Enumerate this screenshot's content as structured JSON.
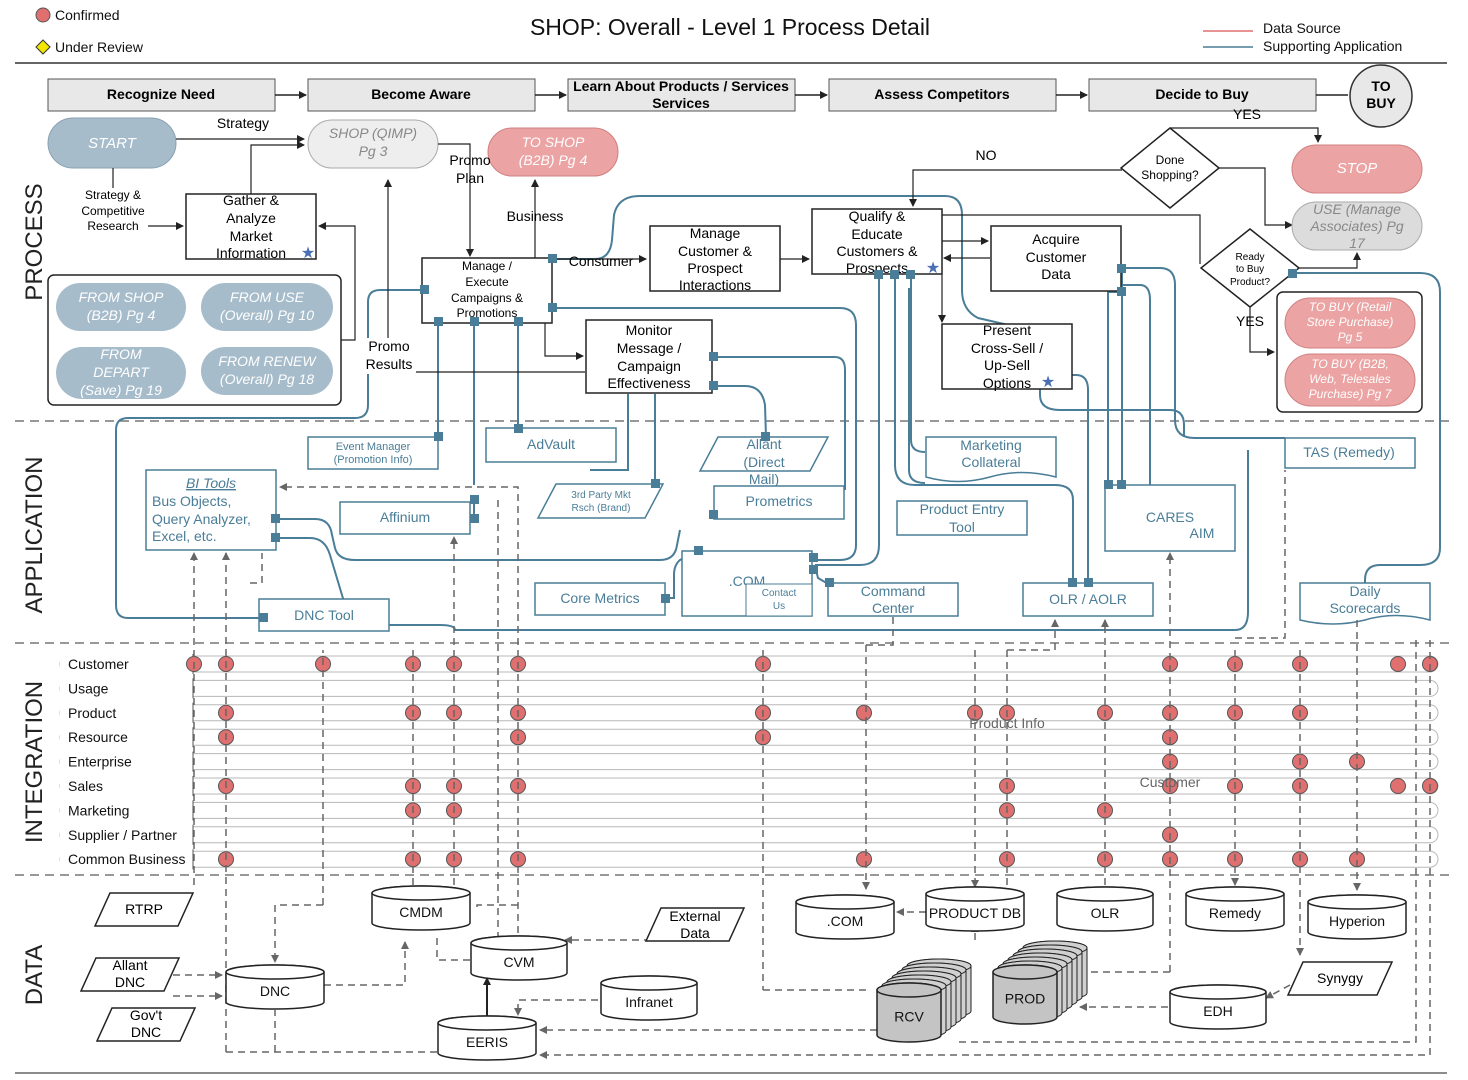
{
  "title": "SHOP: Overall - Level 1 Process Detail",
  "legend": {
    "confirmed": "Confirmed",
    "under_review": "Under Review",
    "data_source": "Data Source",
    "supporting_application": "Supporting Application",
    "colors": {
      "confirmed": "#e07070",
      "under_review": "#f2e600",
      "data_source": "#e07070",
      "supporting_application": "#4a7d97"
    }
  },
  "lanes": [
    "PROCESS",
    "APPLICATION",
    "INTEGRATION",
    "DATA"
  ],
  "stages": [
    "Recognize Need",
    "Become Aware",
    "Learn About Products / Services",
    "Assess Competitors",
    "Decide to Buy"
  ],
  "to_buy": "TO BUY",
  "process": {
    "start": "START",
    "shop_qimp": "SHOP (QIMP) Pg 3",
    "to_shop_b2b": "TO SHOP (B2B) Pg 4",
    "stop": "STOP",
    "use_manage": "USE (Manage Associates) Pg 17",
    "from_shop_b2b": "FROM SHOP (B2B) Pg 4",
    "from_use": "FROM USE (Overall) Pg 10",
    "from_depart": "FROM DEPART (Save) Pg 19",
    "from_renew": "FROM RENEW (Overall) Pg 18",
    "gather": "Gather & Analyze Market Information",
    "manage_execute": "Manage / Execute Campaigns & Promotions",
    "manage_customer": "Manage Customer & Prospect Interactions",
    "qualify": "Qualify & Educate Customers & Prospects",
    "acquire": "Acquire Customer Data",
    "present": "Present Cross-Sell / Up-Sell Options",
    "monitor": "Monitor Message / Campaign Effectiveness",
    "done_shopping": "Done Shopping?",
    "ready_to_buy": "Ready to Buy Product?",
    "to_buy_retail": "TO BUY (Retail Store Purchase) Pg 5",
    "to_buy_b2b": "TO BUY (B2B, Web, Telesales Purchase) Pg 7",
    "labels": {
      "strategy": "Strategy",
      "strategy_research": "Strategy & Competitive Research",
      "promo_plan": "Promo Plan",
      "business": "Business",
      "consumer": "Consumer",
      "promo_results": "Promo Results",
      "no": "NO",
      "yes_top": "YES",
      "yes_bottom": "YES"
    }
  },
  "applications": {
    "event_manager": "Event Manager (Promotion Info)",
    "advault": "AdVault",
    "allant": "Allant (Direct Mail)",
    "marketing_collateral": "Marketing Collateral",
    "tas": "TAS (Remedy)",
    "bi_tools_title": "BI Tools",
    "bi_tools_body": "Bus Objects, Query Analyzer, Excel, etc.",
    "affinium": "Affinium",
    "third_party": "3rd Party Mkt Rsch (Brand)",
    "prometrics": "Prometrics",
    "product_entry": "Product Entry Tool",
    "cares": "CARES",
    "aim": "AIM",
    "dnc_tool": "DNC Tool",
    "core_metrics": "Core Metrics",
    "com": ".COM",
    "contact_us": "Contact Us",
    "command_center": "Command Center",
    "olr_aolr": "OLR / AOLR",
    "daily_scorecards": "Daily Scorecards"
  },
  "integration_rows": [
    "Customer",
    "Usage",
    "Product",
    "Resource",
    "Enterprise",
    "Sales",
    "Marketing",
    "Supplier / Partner",
    "Common Business"
  ],
  "integration_labels": {
    "product_info": "Product Info",
    "customer": "Customer"
  },
  "data_stores": {
    "rtrp": "RTRP",
    "allant_dnc": "Allant DNC",
    "govt_dnc": "Gov't DNC",
    "dnc": "DNC",
    "cmdm": "CMDM",
    "cvm": "CVM",
    "external_data": "External Data",
    "infranet": "Infranet",
    "eeris": "EERIS",
    "com": ".COM",
    "product_db": "PRODUCT DB",
    "olr": "OLR",
    "remedy": "Remedy",
    "hyperion": "Hyperion",
    "synygy": "Synygy",
    "rcv": "RCV",
    "prod": "PROD",
    "edh": "EDH"
  }
}
